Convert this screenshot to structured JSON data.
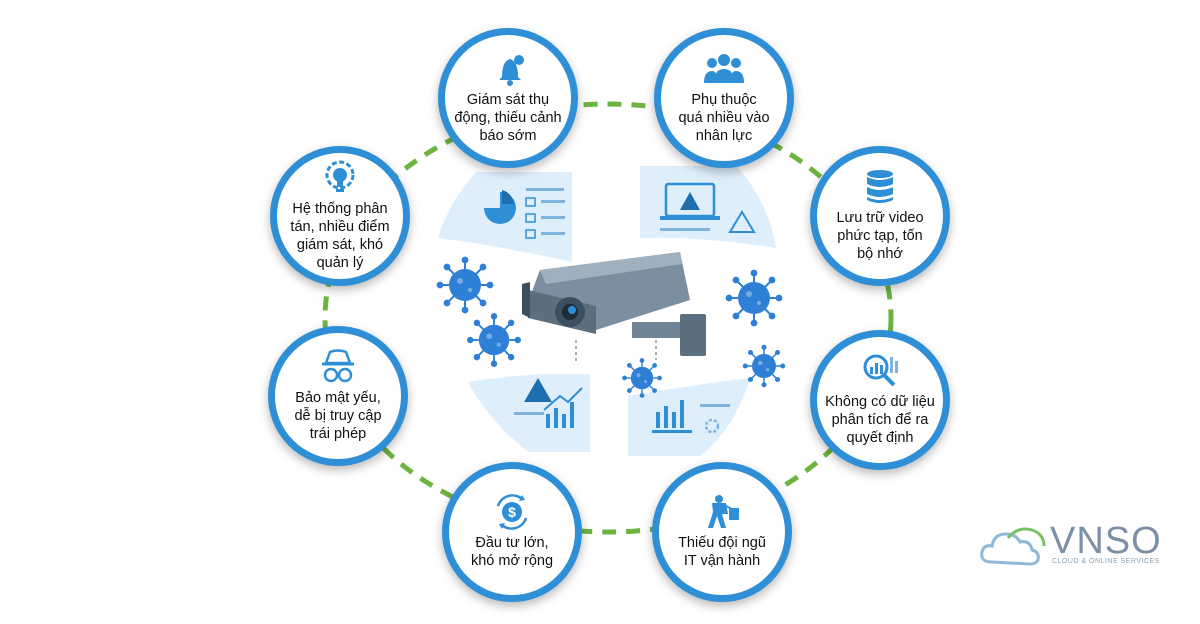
{
  "colors": {
    "ring": "#6db33f",
    "node_border": "#2f8fd6",
    "icon": "#2f8fd6",
    "virus": "#2e7fd6",
    "camera_body": "#6f8494",
    "camera_front": "#3d4f5e",
    "panel": "#dfeefb"
  },
  "nodes": [
    {
      "id": "passive-monitoring",
      "icon": "bell-icon",
      "text": "Giám sát thụ\nđộng, thiếu cảnh\nbáo sớm"
    },
    {
      "id": "manpower-dependence",
      "icon": "people-icon",
      "text": "Phụ thuộc\nquá nhiều vào\nnhân lực"
    },
    {
      "id": "video-storage",
      "icon": "database-icon",
      "text": "Lưu trữ video\nphức tạp, tốn\nbộ nhớ"
    },
    {
      "id": "no-analytics",
      "icon": "analytics-search-icon",
      "text": "Không có dữ liệu\nphân tích để ra\nquyết định"
    },
    {
      "id": "lack-it-team",
      "icon": "worker-icon",
      "text": "Thiếu đội ngũ\nIT vận hành"
    },
    {
      "id": "high-investment",
      "icon": "dollar-cycle-icon",
      "text": "Đầu tư lớn,\nkhó mở rộng"
    },
    {
      "id": "weak-security",
      "icon": "spy-icon",
      "text": "Bảo mật yếu,\ndễ bị truy cập\ntrái phép"
    },
    {
      "id": "distributed-system",
      "icon": "bulb-gear-icon",
      "text": "Hệ thống phân\ntán, nhiều điểm\ngiám sát, khó\nquản lý"
    }
  ],
  "logo": {
    "word": "VNSO",
    "tagline": "CLOUD & ONLINE SERVICES"
  }
}
